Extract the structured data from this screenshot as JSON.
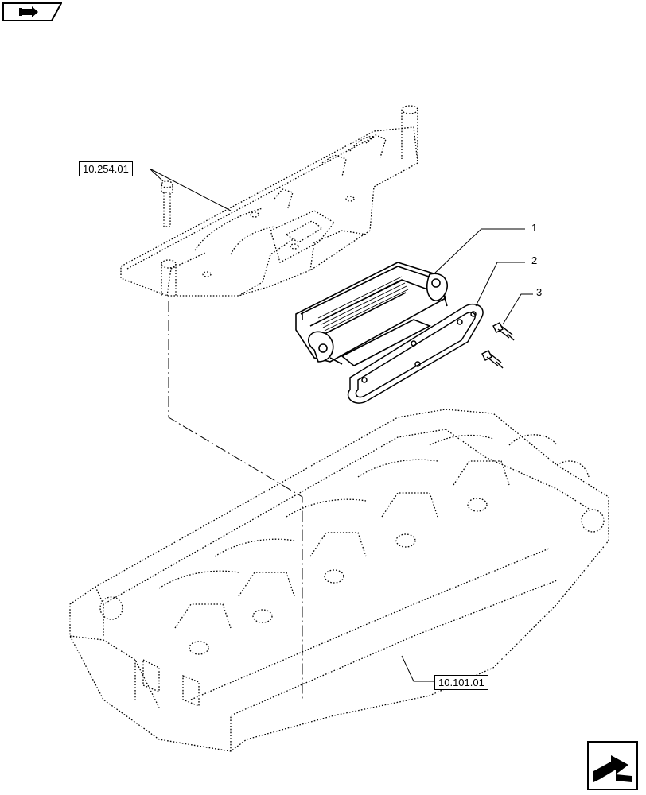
{
  "references": {
    "manifold_ref": "10.254.01",
    "cylinder_head_ref": "10.101.01"
  },
  "callouts": {
    "item_1": "1",
    "item_2": "2",
    "item_3": "3"
  },
  "icons": {
    "top_left": "book-arrow-icon",
    "bottom_right": "next-page-arrow-icon"
  }
}
